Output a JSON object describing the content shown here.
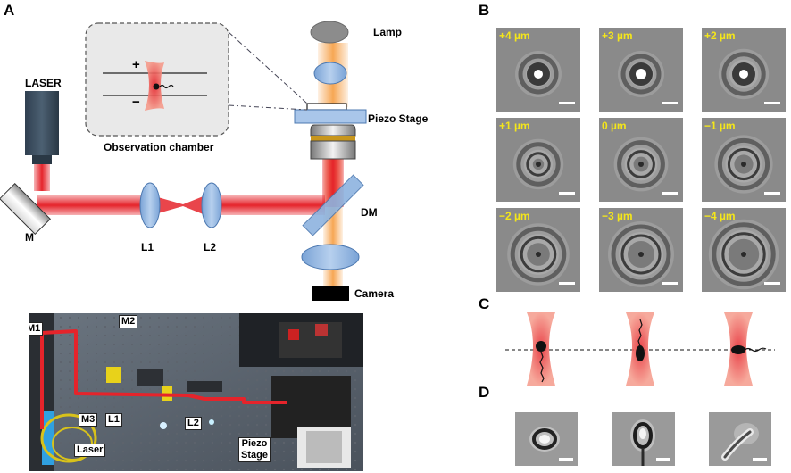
{
  "panels": {
    "a": "A",
    "b": "B",
    "c": "C",
    "d": "D"
  },
  "schematic": {
    "laser": "LASER",
    "lamp": "Lamp",
    "piezo_stage": "Piezo Stage",
    "observation_chamber": "Observation chamber",
    "plus": "+",
    "minus": "−",
    "m": "M",
    "l1": "L1",
    "l2": "L2",
    "dm": "DM",
    "camera": "Camera"
  },
  "photo_labels": {
    "m1": "M1",
    "m2": "M2",
    "m3": "M3",
    "l1": "L1",
    "l2": "L2",
    "laser": "Laser",
    "piezo_stage_1": "Piezo",
    "piezo_stage_2": "Stage"
  },
  "focus_images": [
    {
      "label": "+4 µm"
    },
    {
      "label": "+3 µm"
    },
    {
      "label": "+2 µm"
    },
    {
      "label": "+1 µm"
    },
    {
      "label": "0 µm"
    },
    {
      "label": "−1 µm"
    },
    {
      "label": "−2 µm"
    },
    {
      "label": "−3 µm"
    },
    {
      "label": "−4 µm"
    }
  ],
  "colors": {
    "laser_red": "#e5242b",
    "lens_blue": "#8db3df",
    "beam_orange": "#f6a24b",
    "label_yellow": "#f4e61a"
  }
}
